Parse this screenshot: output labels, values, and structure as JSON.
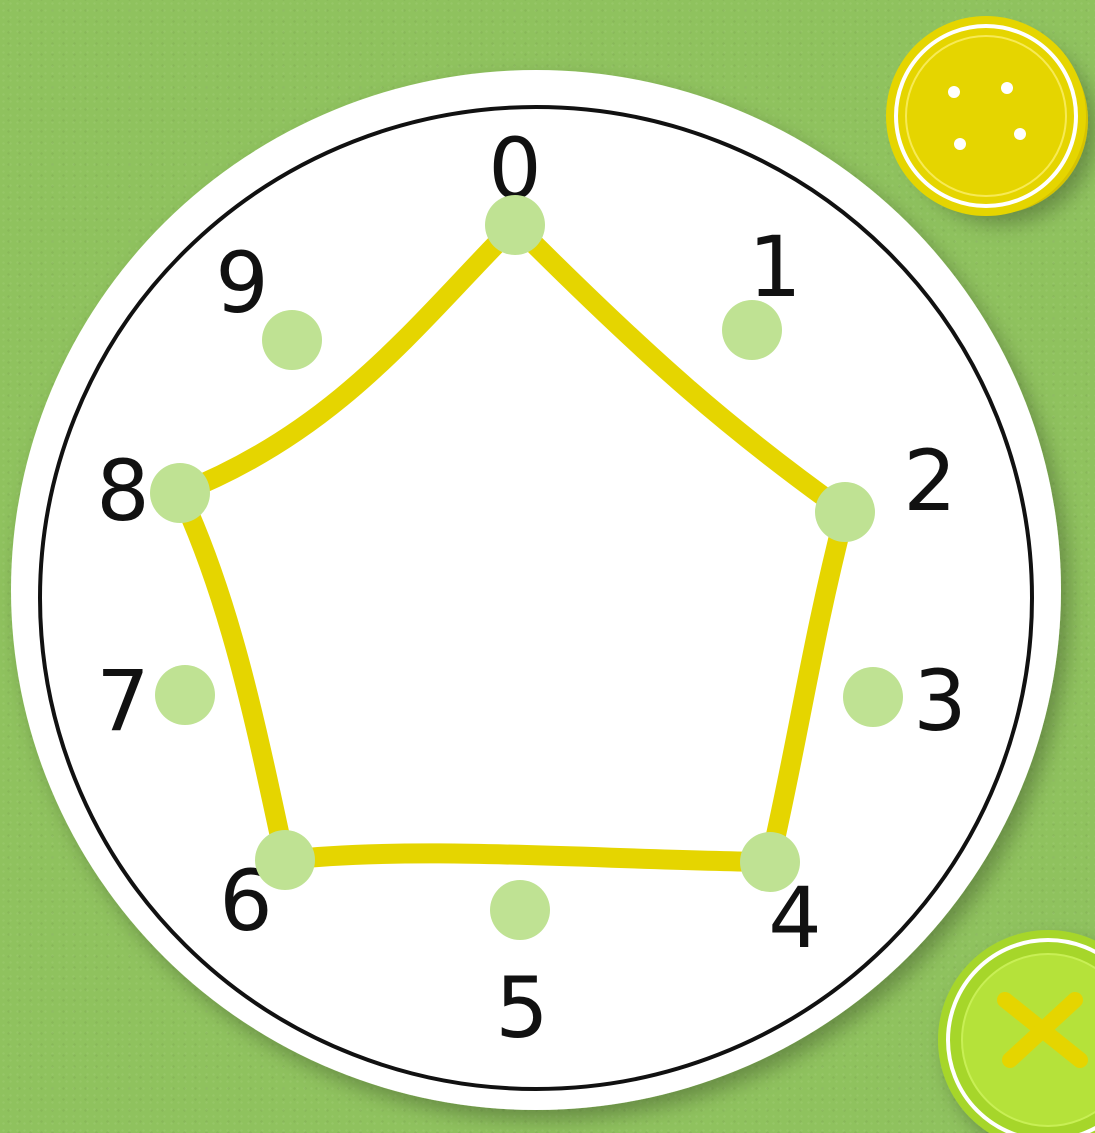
{
  "game": {
    "numbers": [
      "0",
      "1",
      "2",
      "3",
      "4",
      "5",
      "6",
      "7",
      "8",
      "9"
    ],
    "path": [
      "0",
      "2",
      "4",
      "6",
      "8",
      "0"
    ]
  },
  "buttons": {
    "settings": {
      "icon": "button-icon"
    },
    "close": {
      "icon": "close-icon"
    }
  },
  "colors": {
    "background": "#8fc25e",
    "dial": "#ffffff",
    "dial_border": "#111111",
    "string": "#e5d500",
    "peg": "#bfe293",
    "settings_button": "#e5d500",
    "close_button": "#a6d62c"
  }
}
